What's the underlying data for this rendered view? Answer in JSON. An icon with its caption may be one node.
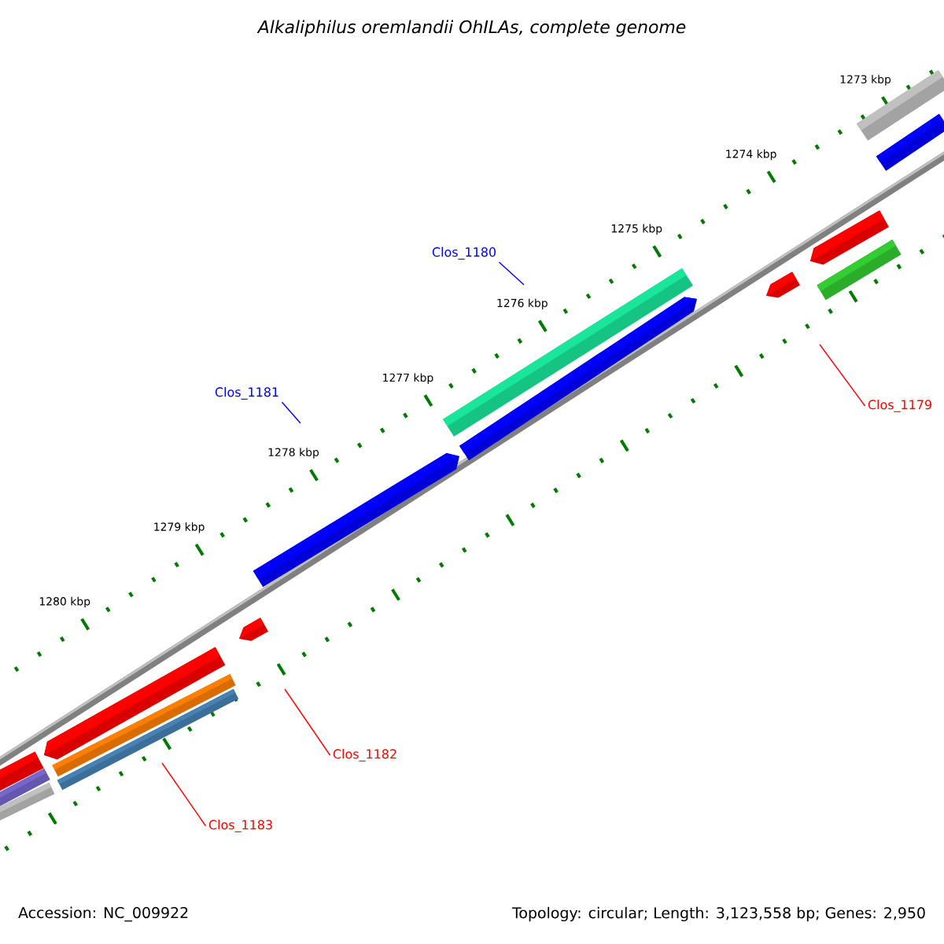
{
  "diagram": {
    "title": "Alkaliphilus oremlandii OhILAs, complete genome",
    "nodes": [
      {
        "text": [
          "Clos_1180"
        ]
      },
      {
        "text": [
          "Clos_1181"
        ]
      },
      {
        "text": [
          "Clos_1179"
        ]
      },
      {
        "text": [
          "Clos_1182"
        ]
      },
      {
        "text": [
          "Clos_1183"
        ]
      }
    ],
    "edges": [
      {
        "from": 0,
        "to": null,
        "arrow": "none",
        "color": "#0000ff"
      },
      {
        "from": 1,
        "to": null,
        "arrow": "none",
        "color": "#0000ff"
      },
      {
        "from": 2,
        "to": null,
        "arrow": "none"
      },
      {
        "from": 3,
        "to": null,
        "arrow": "none"
      },
      {
        "from": 4,
        "to": null,
        "arrow": "none"
      }
    ],
    "labels": [
      "1273 kbp",
      "1274 kbp",
      "1275 kbp",
      "1276 kbp",
      "1277 kbp",
      "1278 kbp",
      "1279 kbp",
      "1280 kbp",
      "Accession: NC_009922",
      "Topology: circular; Length: 3,123,558 bp; Genes: 2,950"
    ]
  }
}
